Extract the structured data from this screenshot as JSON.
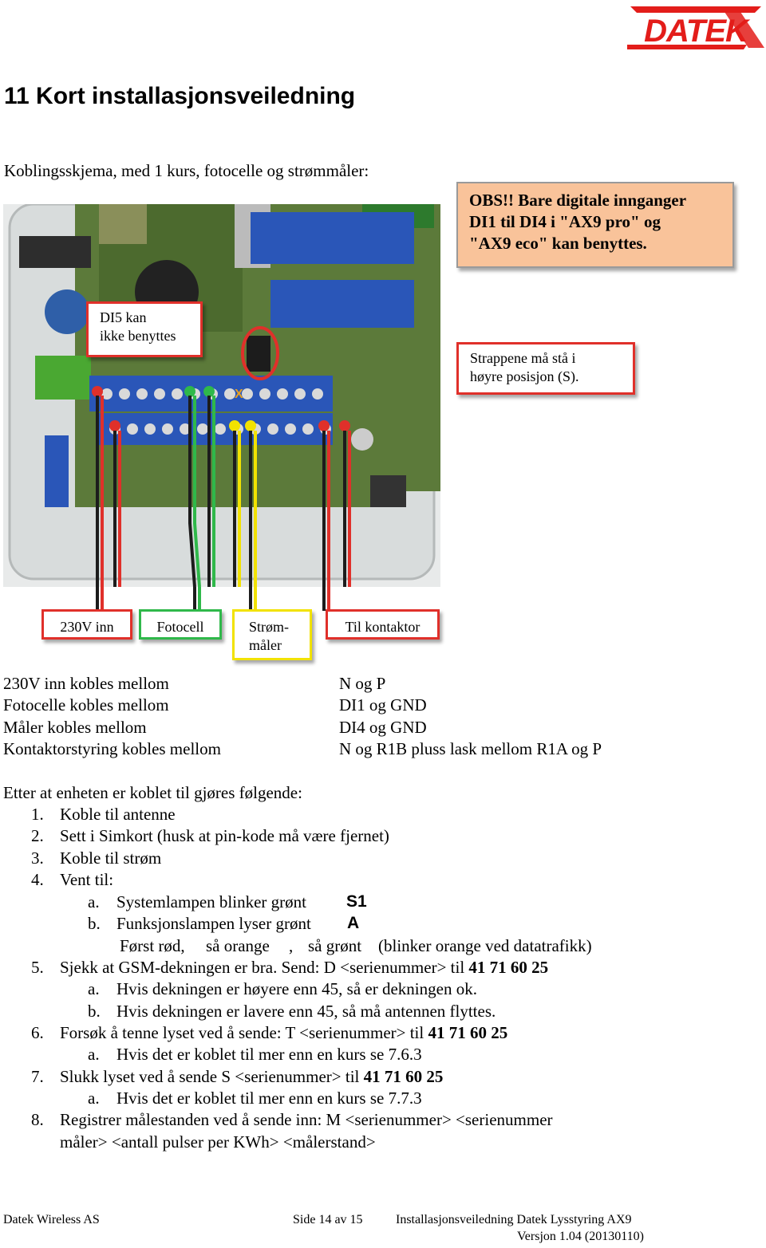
{
  "logo": {
    "text": "DATEK",
    "color": "#e31d1a"
  },
  "title": "11 Kort installasjonsveiledning",
  "intro": "Koblingsskjema, med 1 kurs, fotocelle og strømmåler:",
  "callouts": {
    "obs_lines": [
      "OBS!!  Bare digitale innganger",
      "DI1 til DI4 i \"AX9 pro\" og",
      "\"AX9 eco\" kan benyttes."
    ],
    "di5_lines": [
      "DI5 kan",
      "ikke benyttes"
    ],
    "strap_lines": [
      "Strappene må stå i",
      "høyre posisjon (S)."
    ]
  },
  "photo": {
    "marker": "X"
  },
  "wire_labels": {
    "v230": "230V inn",
    "foto": "Fotocell",
    "strom_lines": [
      "Strøm-",
      "måler"
    ],
    "kontakt": "Til kontaktor"
  },
  "connections": [
    {
      "what": "230V inn kobles mellom",
      "where": "N og P"
    },
    {
      "what": "Fotocelle kobles mellom",
      "where": "DI1 og GND"
    },
    {
      "what": "Måler kobles mellom",
      "where": "DI4 og GND"
    },
    {
      "what": "Kontaktorstyring kobles mellom",
      "where": "N og R1B pluss lask mellom R1A og P"
    }
  ],
  "steps_intro": "Etter at enheten er koblet til gjøres følgende:",
  "steps": {
    "s1_num": "1.",
    "s1": "Koble til antenne",
    "s2_num": "2.",
    "s2": "Sett i Simkort (husk at pin-kode må være fjernet)",
    "s3_num": "3.",
    "s3": "Koble til strøm",
    "s4_num": "4.",
    "s4": "Vent til:",
    "s4a_num": "a.",
    "s4a": "Systemlampen blinker grønt",
    "s4a_code": "S1",
    "s4b_num": "b.",
    "s4b": "Funksjonslampen lyser grønt",
    "s4b_code": "A",
    "s4b_note_1": "Først rød,",
    "s4b_note_2": "så orange",
    "s4b_note_3": ",",
    "s4b_note_4": "så grønt",
    "s4b_note_5": "(blinker orange ved datatrafikk)",
    "s5_num": "5.",
    "s5": "Sjekk at GSM-dekningen er bra. Send: D <serienummer> til",
    "s5_phone": "41 71 60 25",
    "s5a_num": "a.",
    "s5a": "Hvis dekningen er høyere enn 45, så er dekningen ok.",
    "s5b_num": "b.",
    "s5b": "Hvis dekningen er lavere enn 45, så må antennen flyttes.",
    "s6_num": "6.",
    "s6": "Forsøk å tenne lyset ved å sende: T <serienummer> til",
    "s6_phone": "41 71 60 25",
    "s6a_num": "a.",
    "s6a": "Hvis det er koblet til mer enn en kurs se 7.6.3",
    "s7_num": "7.",
    "s7": "Slukk lyset ved å sende S <serienummer> til",
    "s7_phone": "41 71 60 25",
    "s7a_num": "a.",
    "s7a": "Hvis det er koblet til mer enn en kurs se 7.7.3",
    "s8_num": "8.",
    "s8_line1": "Registrer målestanden ved å sende inn: M <serienummer> <serienummer",
    "s8_line2": "måler> <antall pulser per KWh> <målerstand>"
  },
  "footer": {
    "company": "Datek Wireless AS",
    "page": "Side 14 av 15",
    "doc": "Installasjonsveiledning Datek Lysstyring AX9",
    "version": "Versjon 1.04 (20130110)"
  }
}
